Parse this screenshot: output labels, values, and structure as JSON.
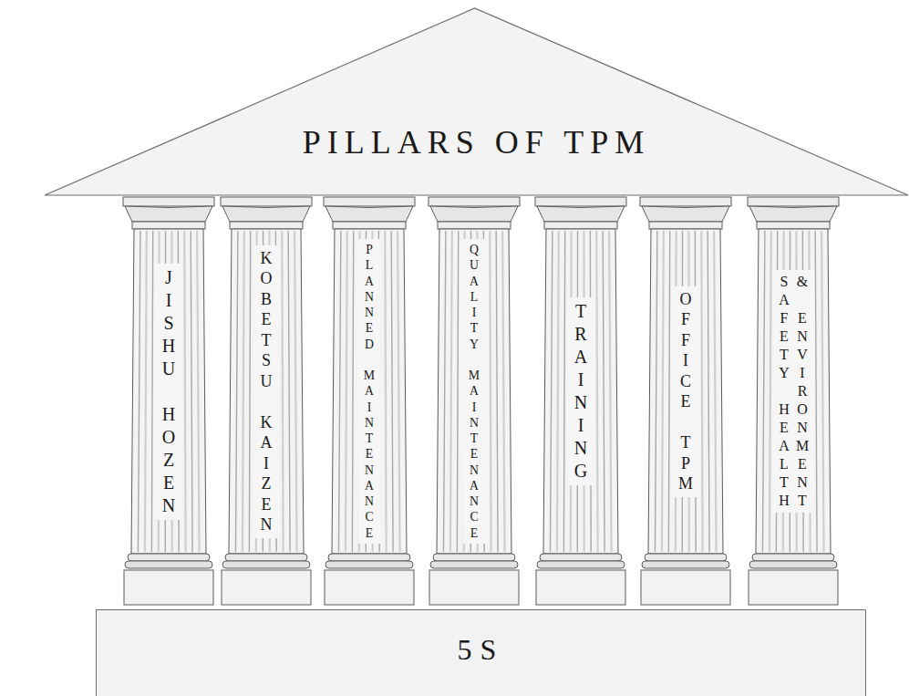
{
  "diagram": {
    "nodes": [
      {
        "text": [
          "PILLARS OF TPM"
        ]
      },
      {
        "text": [
          "JISHU HOZEN"
        ]
      },
      {
        "text": [
          "KOBETSU KAIZEN"
        ]
      },
      {
        "text": [
          "PLANNED MAINTENANCE"
        ]
      },
      {
        "text": [
          "QUALITY MAINTENANCE"
        ]
      },
      {
        "text": [
          "TRAINING"
        ]
      },
      {
        "text": [
          "OFFICE TPM"
        ]
      },
      {
        "text": [
          "SAFETY HEALTH & ENVIRONMENT"
        ]
      },
      {
        "text": [
          "5S"
        ]
      }
    ]
  }
}
